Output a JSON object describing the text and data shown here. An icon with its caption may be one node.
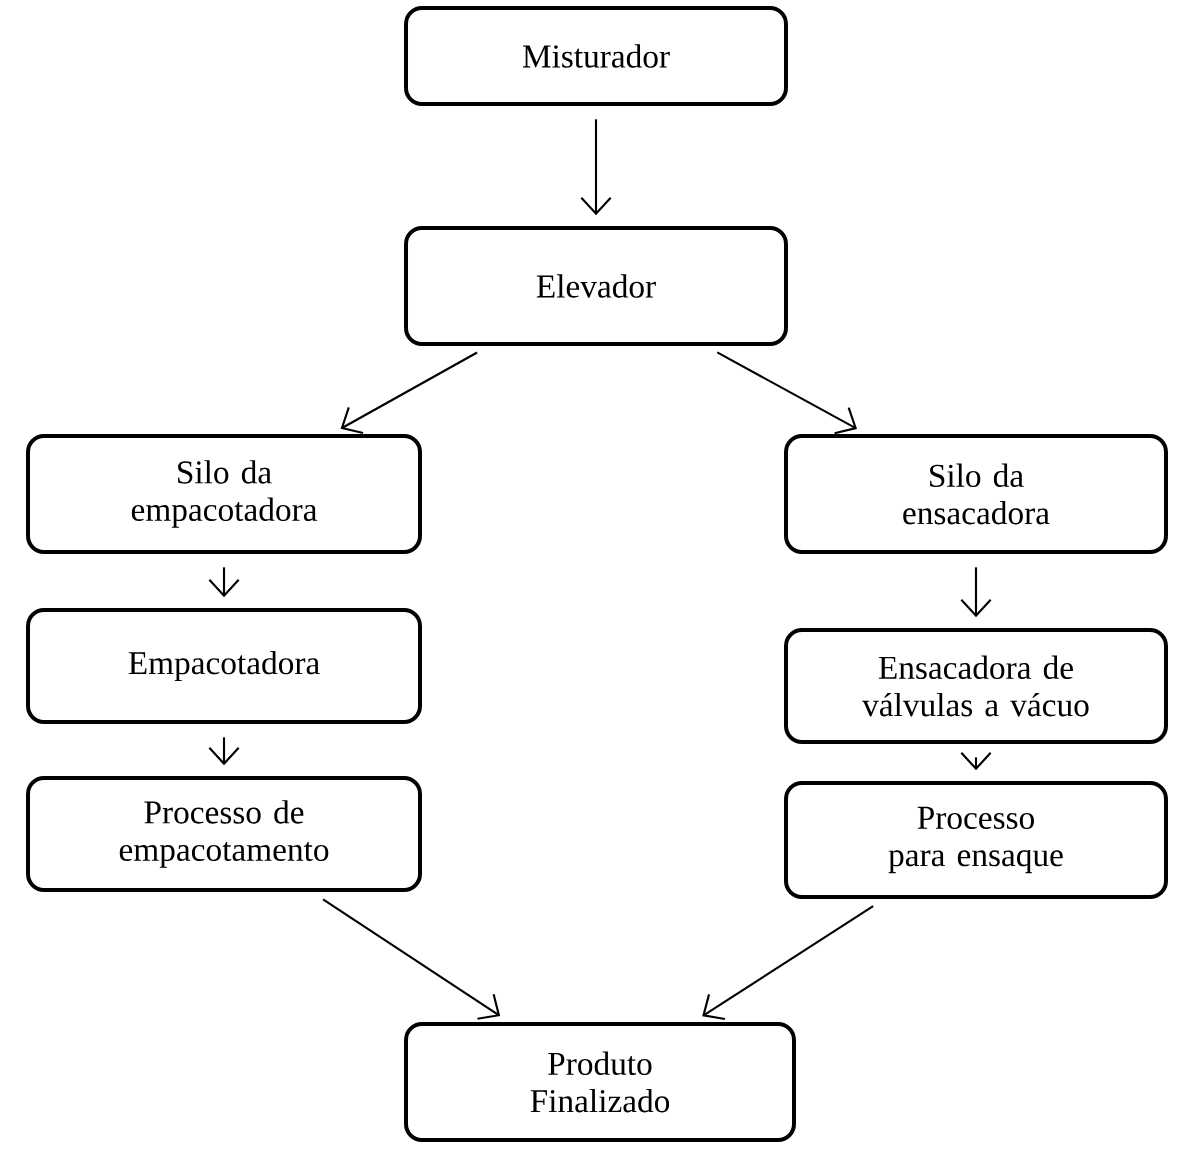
{
  "diagram": {
    "nodes": [
      {
        "text": [
          "Misturador"
        ]
      },
      {
        "text": [
          "Elevador"
        ]
      },
      {
        "text": [
          "Silo da empacotadora"
        ]
      },
      {
        "text": [
          "Empacotadora"
        ]
      },
      {
        "text": [
          "Processo de empacotamento"
        ]
      },
      {
        "text": [
          "Silo da ensacadora"
        ]
      },
      {
        "text": [
          "Ensacadora de válvulas a vácuo"
        ]
      },
      {
        "text": [
          "Processo para ensaque"
        ]
      },
      {
        "text": [
          "Produto Finalizado"
        ]
      }
    ],
    "edges": [
      {
        "from": 0,
        "to": 1,
        "arrow": "to"
      },
      {
        "from": 1,
        "to": 2,
        "arrow": "to"
      },
      {
        "from": 1,
        "to": 5,
        "arrow": "to"
      },
      {
        "from": 2,
        "to": 3,
        "arrow": "to"
      },
      {
        "from": 3,
        "to": 4,
        "arrow": "to"
      },
      {
        "from": 5,
        "to": 6,
        "arrow": "to"
      },
      {
        "from": 6,
        "to": 7,
        "arrow": "to"
      },
      {
        "from": 4,
        "to": 8,
        "arrow": "to"
      },
      {
        "from": 7,
        "to": 8,
        "arrow": "to"
      }
    ]
  }
}
